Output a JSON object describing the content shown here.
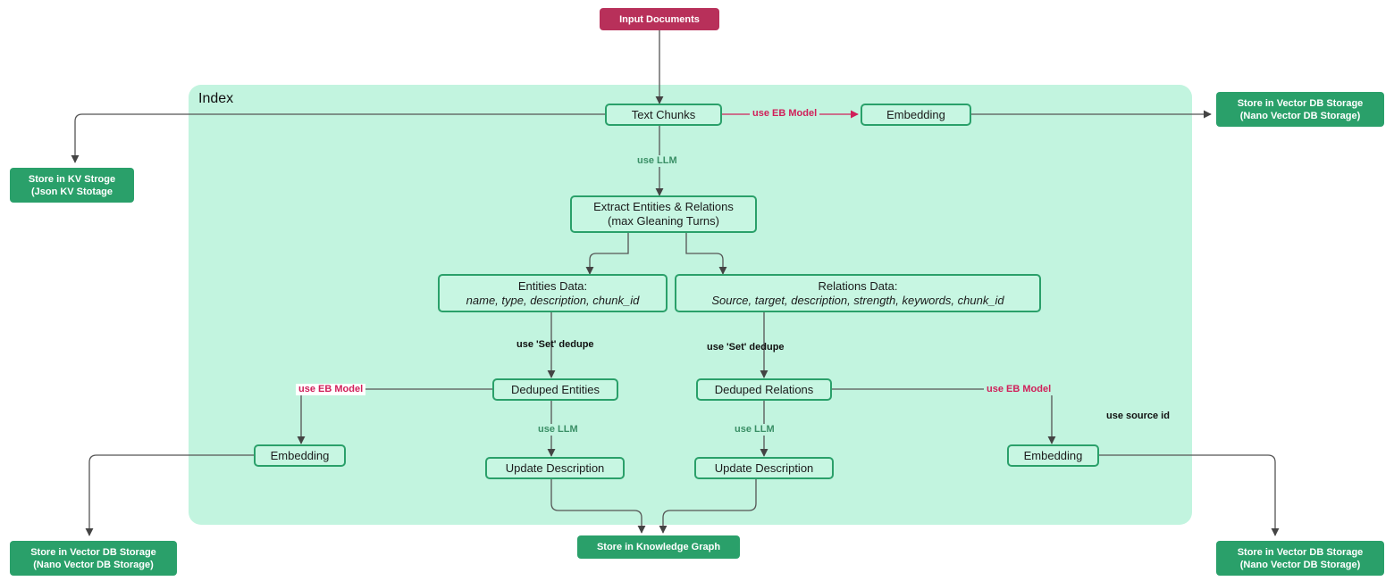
{
  "panel": {
    "title": "Index"
  },
  "nodes": {
    "input_documents": "Input Documents",
    "text_chunks": "Text Chunks",
    "embedding_top": "Embedding",
    "store_vector_top": {
      "line1": "Store in Vector DB Storage",
      "line2": "(Nano Vector DB Storage)"
    },
    "store_kv": {
      "line1": "Store in KV Stroge",
      "line2": "(Json KV Stotage"
    },
    "extract": {
      "line1": "Extract Entities & Relations",
      "line2": "(max Gleaning Turns)"
    },
    "entities_data": {
      "line1": "Entities Data:",
      "line2": "name, type, description, chunk_id"
    },
    "relations_data": {
      "line1": "Relations Data:",
      "line2": "Source, target, description, strength, keywords, chunk_id"
    },
    "deduped_entities": "Deduped Entities",
    "deduped_relations": "Deduped Relations",
    "embedding_left": "Embedding",
    "embedding_right": "Embedding",
    "update_desc_left": "Update Description",
    "update_desc_right": "Update Description",
    "store_vector_left": {
      "line1": "Store in Vector DB Storage",
      "line2": "(Nano Vector DB Storage)"
    },
    "store_vector_right": {
      "line1": "Store in Vector DB Storage",
      "line2": "(Nano Vector DB Storage)"
    },
    "store_kg": "Store in Knowledge Graph"
  },
  "labels": {
    "use_eb_top": "use EB Model",
    "use_llm_top": "use LLM",
    "set_dedupe_left": "use 'Set' dedupe",
    "set_dedupe_right": "use 'Set' dedupe",
    "use_eb_left": "use EB Model",
    "use_eb_right": "use EB Model",
    "use_llm_left": "use LLM",
    "use_llm_right": "use LLM",
    "use_source_id": "use source id"
  },
  "colors": {
    "panel_bg": "#c2f4df",
    "node_border": "#2aa06a",
    "store_green": "#2aa06a",
    "input_red": "#b8305a",
    "eb_label_red": "#d0205a",
    "llm_label_green": "#3a8f66"
  }
}
